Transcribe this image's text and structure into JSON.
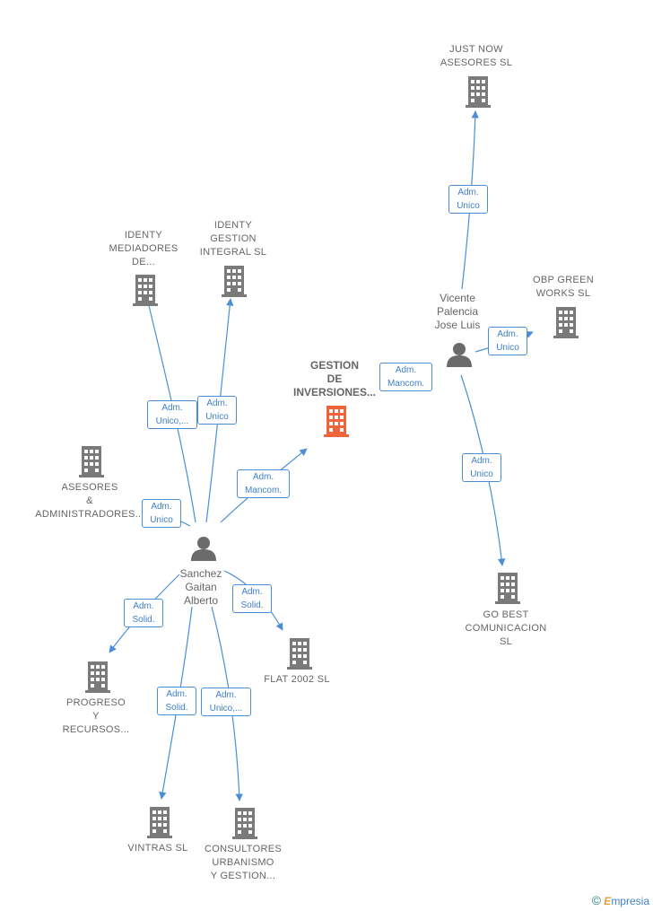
{
  "colors": {
    "edge": "#4a8fd6",
    "building": "#7a7a7a",
    "building_focus": "#f0643c",
    "person": "#6b6b6b",
    "label": "#666666"
  },
  "nodes": {
    "just_now": {
      "lines": [
        "JUST NOW",
        "ASESORES  SL"
      ],
      "icon": "building-icon"
    },
    "obp_green": {
      "lines": [
        "OBP GREEN",
        "WORKS  SL"
      ],
      "icon": "building-icon"
    },
    "vicente": {
      "lines": [
        "Vicente",
        "Palencia",
        "Jose Luis"
      ],
      "icon": "person-icon"
    },
    "gestion": {
      "lines": [
        "GESTION",
        "DE",
        "INVERSIONES..."
      ],
      "icon": "building-icon"
    },
    "identy_med": {
      "lines": [
        "IDENTY",
        "MEDIADORES",
        "DE..."
      ],
      "icon": "building-icon"
    },
    "identy_gest": {
      "lines": [
        "IDENTY",
        "GESTION",
        "INTEGRAL SL"
      ],
      "icon": "building-icon"
    },
    "asesores": {
      "lines": [
        "ASESORES",
        "&",
        "ADMINISTRADORES..."
      ],
      "icon": "building-icon"
    },
    "sanchez": {
      "lines": [
        "Sanchez",
        "Gaitan",
        "Alberto"
      ],
      "icon": "person-icon"
    },
    "go_best": {
      "lines": [
        "GO BEST",
        "COMUNICACION",
        "SL"
      ],
      "icon": "building-icon"
    },
    "flat": {
      "lines": [
        "FLAT 2002 SL"
      ],
      "icon": "building-icon"
    },
    "progreso": {
      "lines": [
        "PROGRESO",
        "Y",
        "RECURSOS..."
      ],
      "icon": "building-icon"
    },
    "vintras": {
      "lines": [
        "VINTRAS SL"
      ],
      "icon": "building-icon"
    },
    "consultores": {
      "lines": [
        "CONSULTORES",
        "URBANISMO",
        "Y GESTION..."
      ],
      "icon": "building-icon"
    }
  },
  "roles": {
    "vicente_justnow": [
      "Adm.",
      "Unico"
    ],
    "vicente_obp": [
      "Adm.",
      "Unico"
    ],
    "vicente_gestion": [
      "Adm.",
      "Mancom."
    ],
    "vicente_gobest": [
      "Adm.",
      "Unico"
    ],
    "sanchez_identymed": [
      "Adm.",
      "Unico,..."
    ],
    "sanchez_identygest": [
      "Adm.",
      "Unico"
    ],
    "sanchez_gestion": [
      "Adm.",
      "Mancom."
    ],
    "sanchez_asesores": [
      "Adm.",
      "Unico"
    ],
    "sanchez_progreso": [
      "Adm.",
      "Solid."
    ],
    "sanchez_flat": [
      "Adm.",
      "Solid."
    ],
    "sanchez_vintras": [
      "Adm.",
      "Solid."
    ],
    "sanchez_consult": [
      "Adm.",
      "Unico,..."
    ]
  },
  "brand": {
    "copyright": "©",
    "name": "mpresia",
    "initial": "E"
  }
}
